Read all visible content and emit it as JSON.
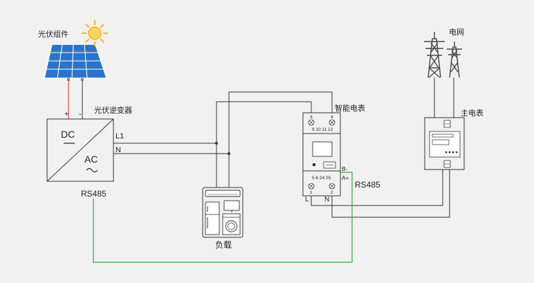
{
  "labels": {
    "pv_module": "光伏组件",
    "inverter": "光伏逆变器",
    "grid": "电网",
    "smart_meter": "智能电表",
    "main_meter": "主电表",
    "load": "负载",
    "rs485_inverter": "RS485",
    "rs485_meter": "RS485"
  },
  "inverter": {
    "dc": "DC",
    "dc_symbol": "—",
    "ac": "AC",
    "ac_symbol": "~",
    "plus": "+",
    "minus": "-",
    "l1": "L1",
    "n": "N"
  },
  "smart_meter": {
    "t3": "3",
    "t4": "4",
    "top_terminals": "9 10 11 12",
    "bottom_terminals": "5 6 24 25",
    "b_minus": "B-",
    "a_plus": "A+",
    "t1": "1",
    "t2": "2",
    "l": "L",
    "n": "N"
  },
  "colors": {
    "background": "#f1f1f1",
    "wire": "#333333",
    "dc_positive": "#d9262c",
    "rs485": "#3aa44a",
    "solar_blue": "#2a74c9",
    "sun": "#f5b822"
  }
}
